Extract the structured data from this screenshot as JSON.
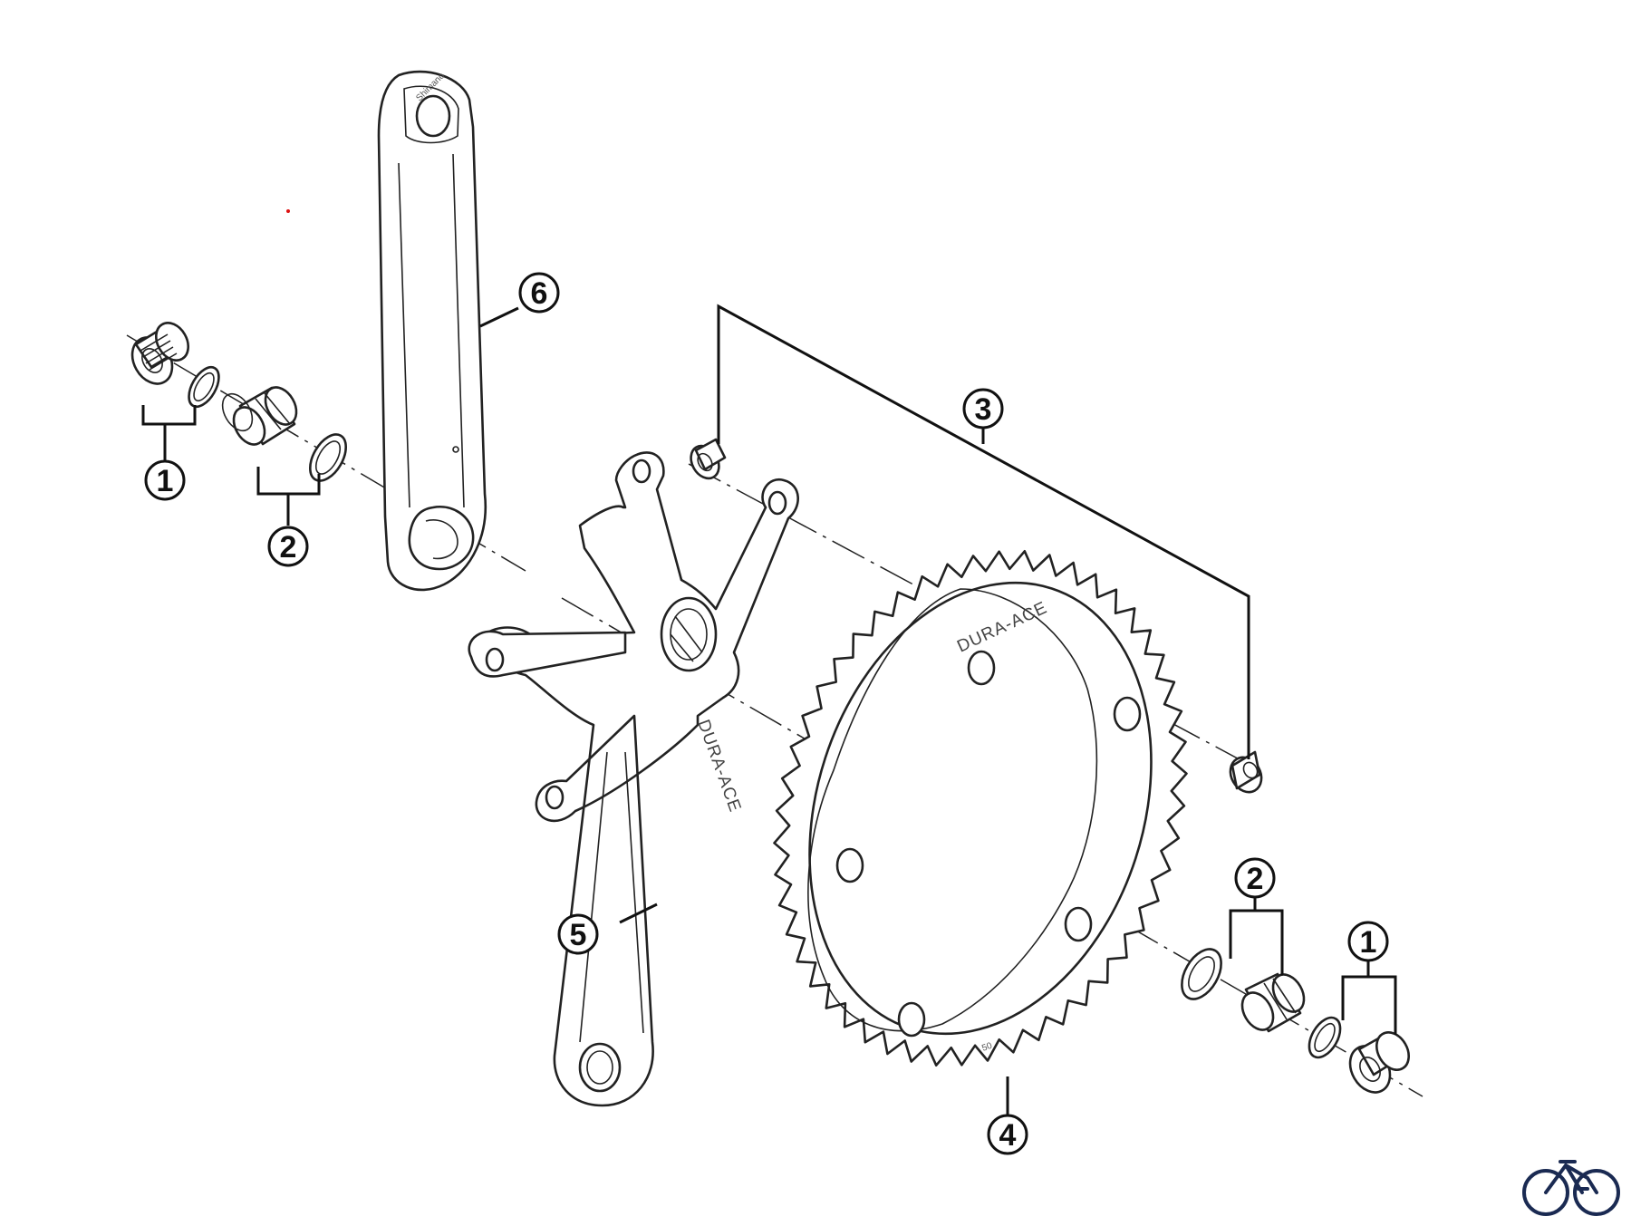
{
  "callouts": {
    "c1_left": "1",
    "c2_left": "2",
    "c3": "3",
    "c4": "4",
    "c5": "5",
    "c6": "6",
    "c2_right": "2",
    "c1_right": "1"
  },
  "crank_brand_text": "DURA-ACE",
  "chainring_brand_text": "DURA-ACE",
  "chainring_size_text": "50",
  "logo_icon": "bicycle-icon",
  "logo_color": "#1a2a52"
}
